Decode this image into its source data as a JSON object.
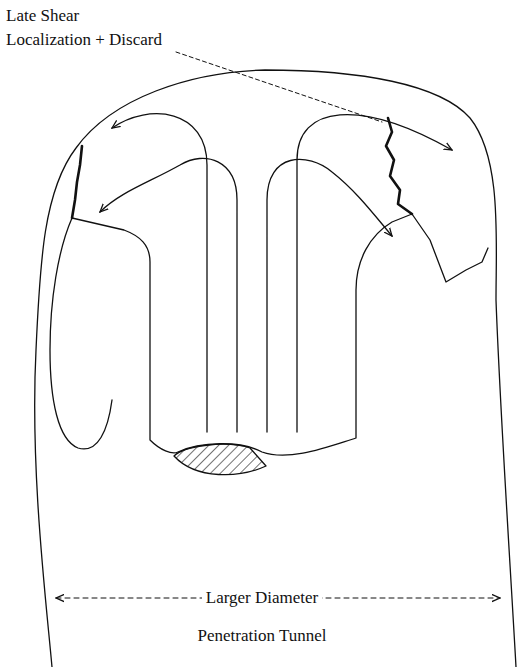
{
  "diagram": {
    "labels": [
      "Late Shear Localization + Discard",
      "Larger Diameter",
      "Penetration Tunnel"
    ]
  }
}
